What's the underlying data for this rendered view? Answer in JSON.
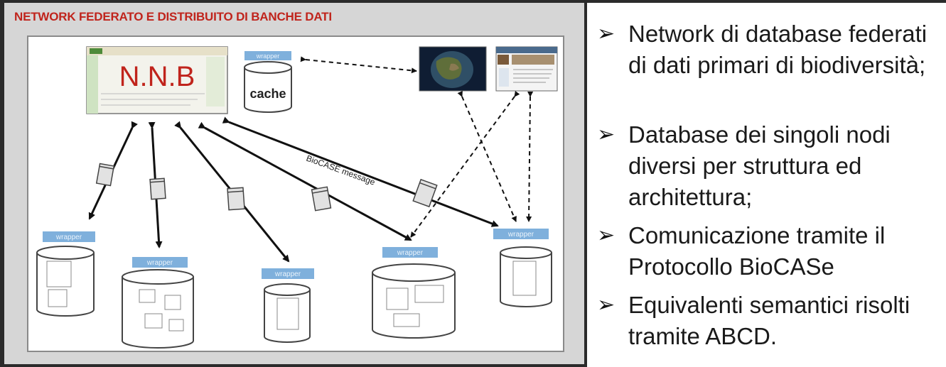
{
  "diagram": {
    "title": "NETWORK FEDERATO E DISTRIBUITO DI BANCHE DATI",
    "portal_label": "N.N.B",
    "cache_label": "cache",
    "wrapper_label": "wrapper",
    "message_label": "BioCASE message",
    "colors": {
      "title": "#c0241c",
      "portal_text": "#c0241c",
      "wrapper_tag": "#7fb0dc",
      "arrow": "#111111"
    }
  },
  "bullets": [
    {
      "icon": "arrow-bullet-icon",
      "text": "Network di database federati di dati primari di biodiversità;"
    },
    {
      "icon": "arrow-bullet-icon",
      "text": "Database dei singoli nodi diversi per struttura ed architettura;"
    },
    {
      "icon": "arrow-bullet-icon",
      "text": "Comunicazione tramite il Protocollo BioCASe"
    },
    {
      "icon": "arrow-bullet-icon",
      "text": "Equivalenti semantici risolti tramite ABCD."
    }
  ]
}
